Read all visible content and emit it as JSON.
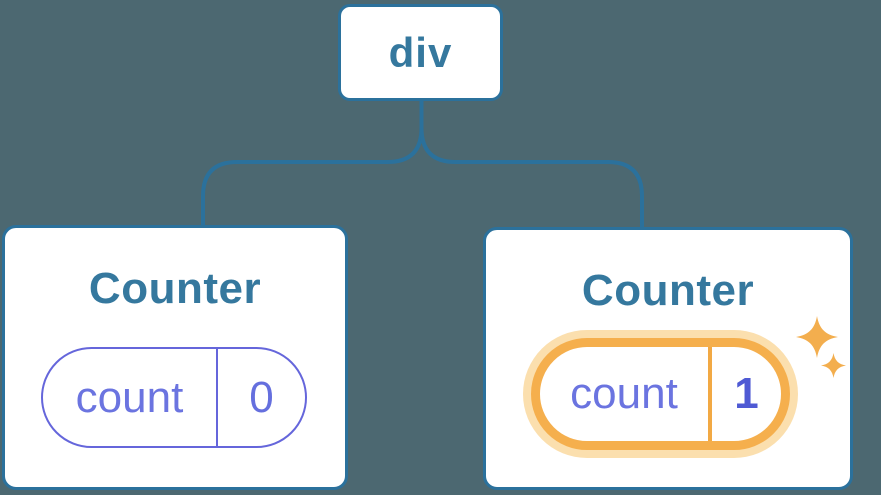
{
  "diagram": {
    "kind": "react-component-tree-state",
    "background_color": "#4C6871",
    "colors": {
      "node_border_blue": "#2B719C",
      "node_text_blue": "#35789E",
      "connector_blue": "#2B719C",
      "card_background": "#FFFFFF",
      "state_purple_border": "#6566DB",
      "state_purple_text": "#6B74E0",
      "state_value_purple": "#4F5AD4",
      "highlight_orange": "#F5AF4D",
      "highlight_halo": "#FBDFAE",
      "highlight_divider": "#F2A944",
      "sparkle_orange": "#F3AE4E"
    },
    "root": {
      "label": "div"
    },
    "children": [
      {
        "title": "Counter",
        "state": {
          "key": "count",
          "value": "0",
          "highlighted": false
        }
      },
      {
        "title": "Counter",
        "state": {
          "key": "count",
          "value": "1",
          "highlighted": true
        }
      }
    ]
  }
}
